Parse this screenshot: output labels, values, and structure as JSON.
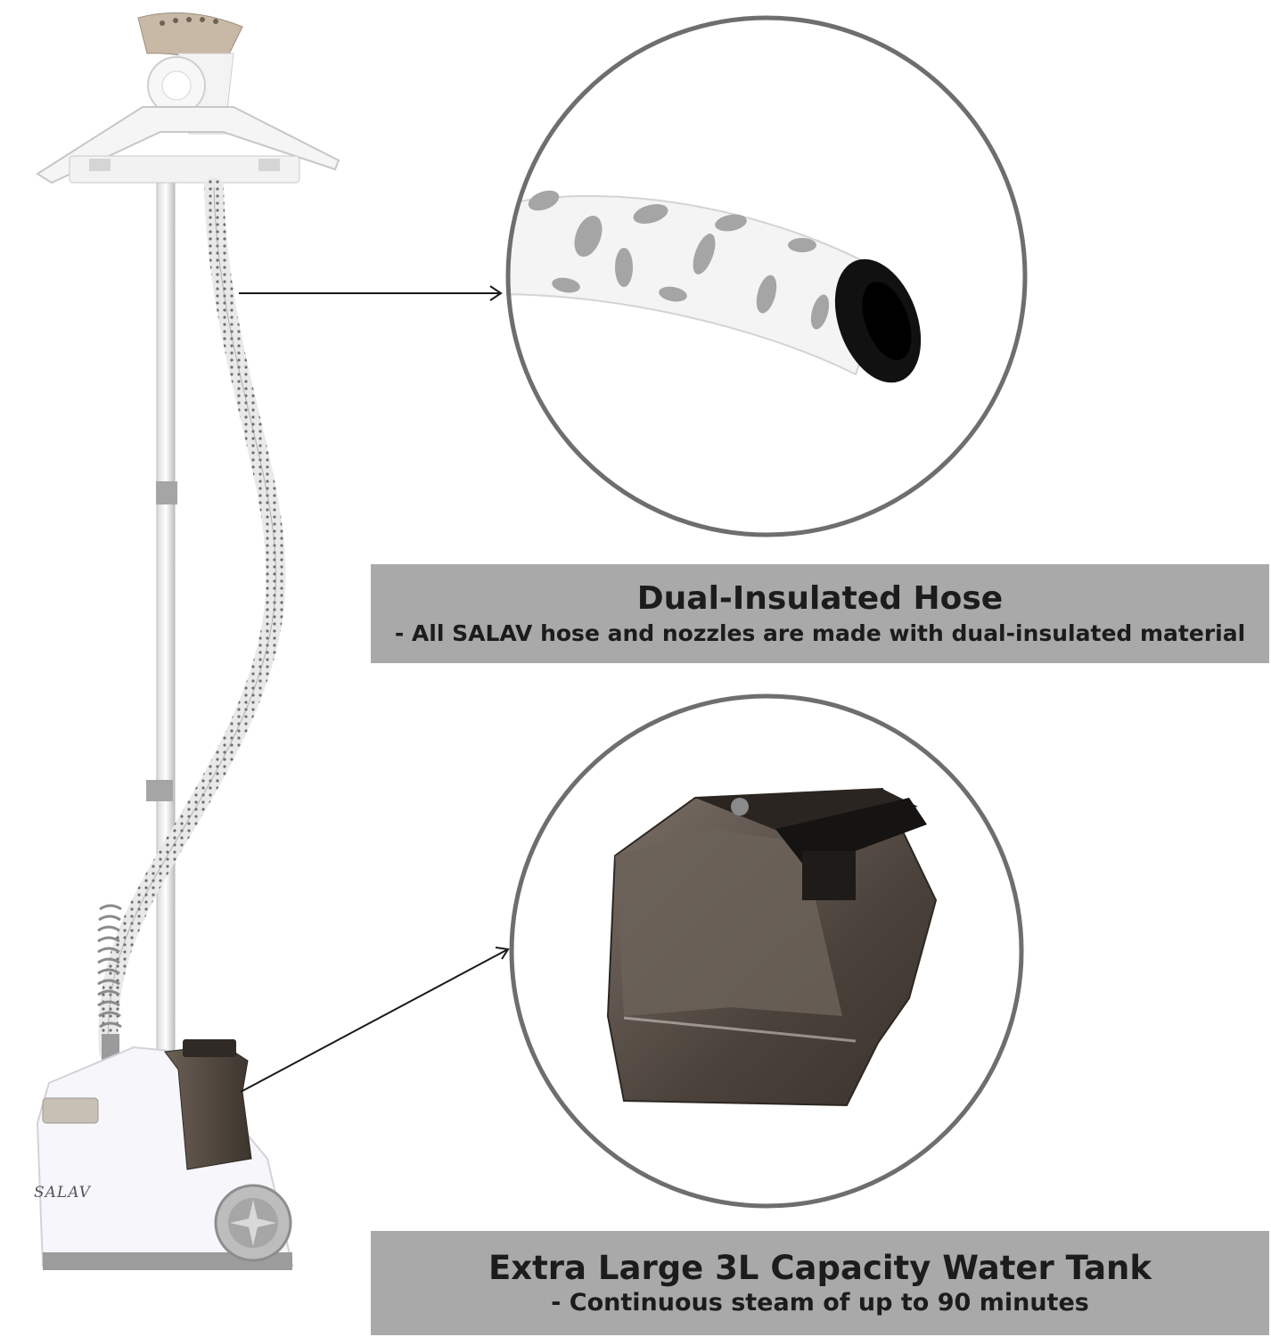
{
  "product": {
    "brand_mark": "SALAV"
  },
  "features": [
    {
      "title": "Dual-Insulated Hose",
      "description": "- All SALAV hose and nozzles are made with dual-insulated material"
    },
    {
      "title": "Extra Large 3L Capacity Water Tank",
      "description": "- Continuous steam of up to 90 minutes"
    }
  ],
  "colors": {
    "banner": "#a9a9a9",
    "circle_border": "#6e6e6e",
    "tank": "#4a4038",
    "hose_stripe": "#9a9a9a"
  }
}
